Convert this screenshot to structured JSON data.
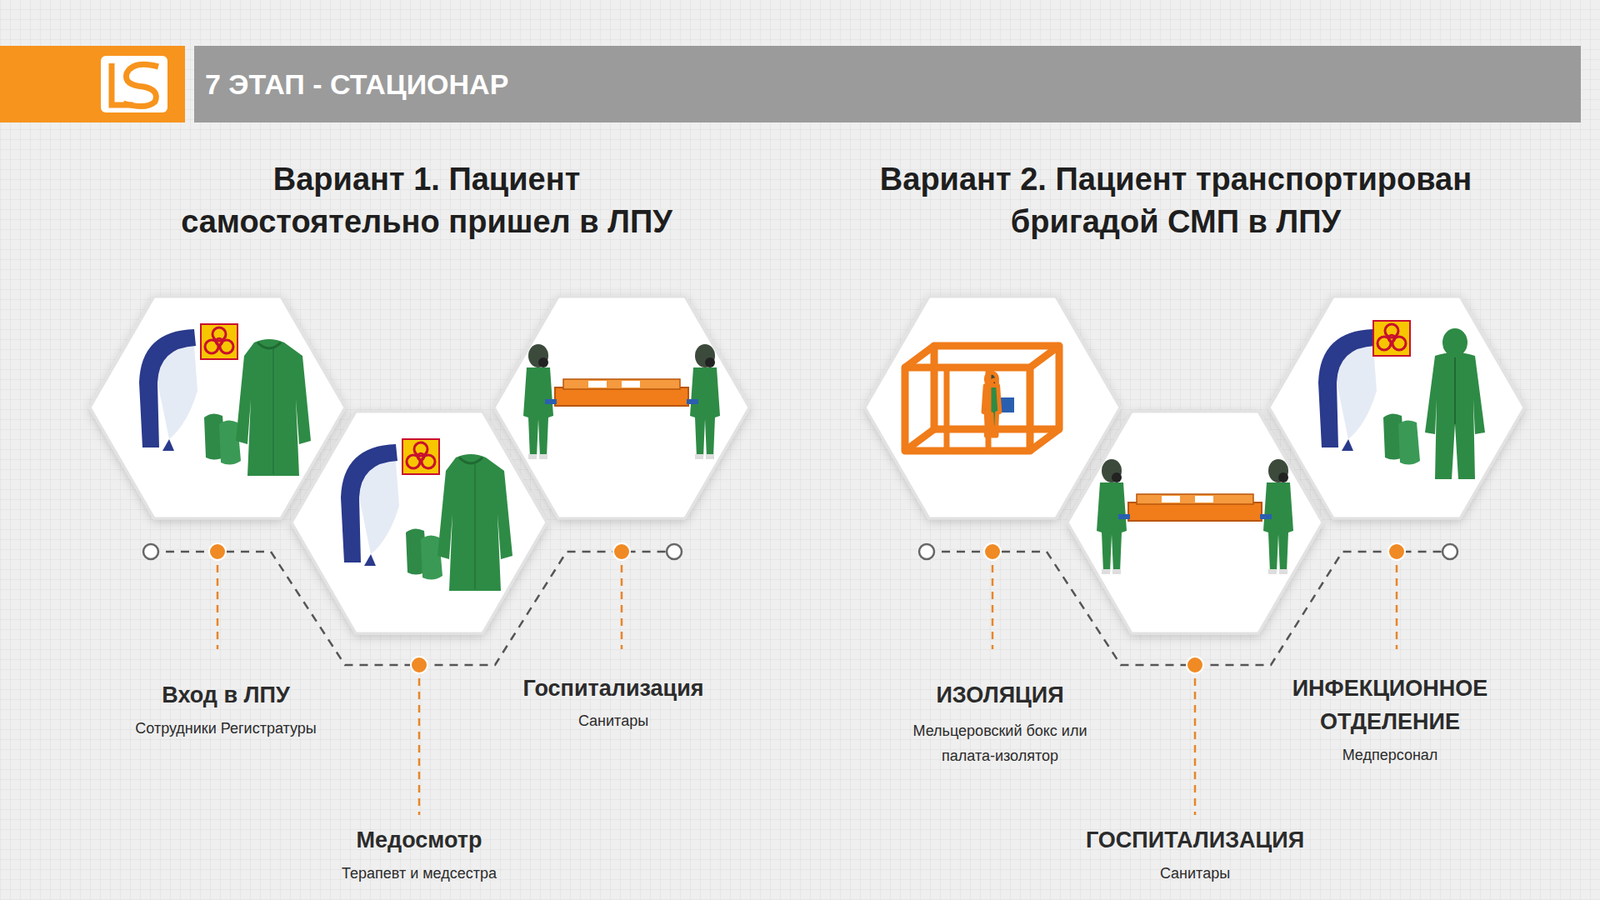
{
  "diagram": {
    "title": "7 ЭТАП - СТАЦИОНАР",
    "labels": [
      "Вариант 1. Пациент самостоятельно пришел в ЛПУ",
      "Вход в ЛПУ",
      "Сотрудники Регистратуры",
      "Медосмотр",
      "Терапевт и медсестра",
      "Госпитализация",
      "Санитары",
      "Вариант 2. Пациент транспортирован бригадой СМП в ЛПУ",
      "ИЗОЛЯЦИЯ",
      "Мельцеровский бокс или палата-изолятор",
      "ГОСПИТАЛИЗАЦИЯ",
      "Санитары",
      "ИНФЕКЦИОННОЕ ОТДЕЛЕНИЕ",
      "Медперсонал"
    ]
  }
}
